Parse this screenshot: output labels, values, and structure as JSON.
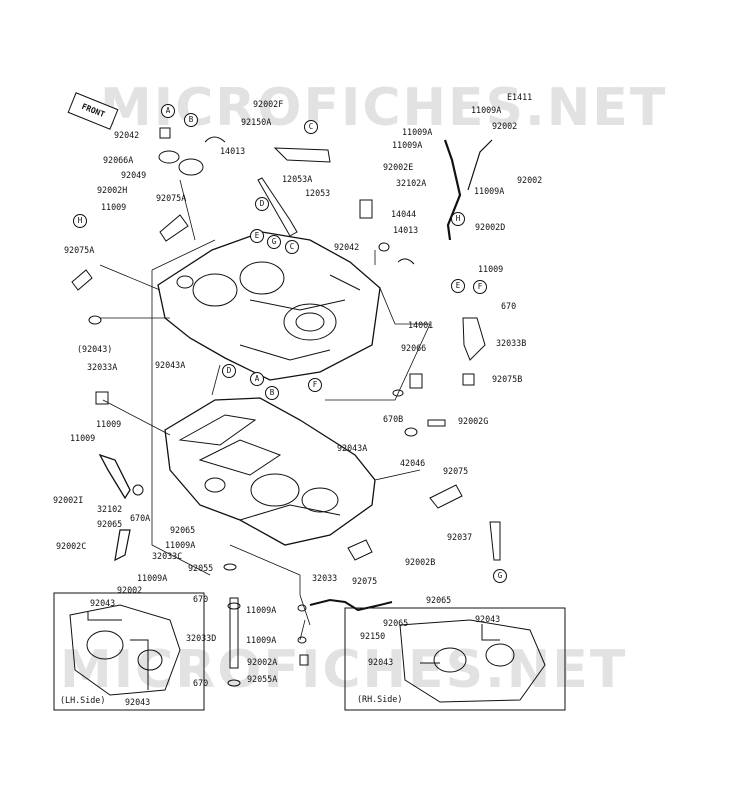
{
  "diagram": {
    "code": "E1411",
    "front_arrow": "FRONT",
    "watermark": "MICROFICHES.NET",
    "inset_left_caption": "(LH.Side)",
    "inset_right_caption": "(RH.Side)"
  },
  "parts": {
    "p92002F": "92002F",
    "p92150A": "92150A",
    "p11009A_a": "11009A",
    "p92002_a": "92002",
    "p11009A_b": "11009A",
    "p11009A_c": "11009A",
    "p92042_a": "92042",
    "p14013_a": "14013",
    "p92066A": "92066A",
    "p92049": "92049",
    "p12053A": "12053A",
    "p12053": "12053",
    "p92002E": "92002E",
    "p32102A": "32102A",
    "p92002_b": "92002",
    "p11009A_d": "11009A",
    "p92002H": "92002H",
    "p11009_a": "11009",
    "p92075A_a": "92075A",
    "p14044": "14044",
    "p92002D": "92002D",
    "p92042_b": "92042",
    "p14013_b": "14013",
    "p92075A_b": "92075A",
    "p11009_b": "11009",
    "p670_a": "670",
    "p14001": "14001",
    "p92043_paren": "(92043)",
    "p32033B": "32033B",
    "p92066": "92066",
    "p32033A": "32033A",
    "p92043A_a": "92043A",
    "p92075B": "92075B",
    "p670B": "670B",
    "p92002G": "92002G",
    "p11009_c": "11009",
    "p11009_d": "11009",
    "p92043A_b": "92043A",
    "p42046": "42046",
    "p92075": "92075",
    "p92002I": "92002I",
    "p32102": "32102",
    "p670A": "670A",
    "p92065_a": "92065",
    "p92065_b": "92065",
    "p92037": "92037",
    "p92002C": "92002C",
    "p11009A_e": "11009A",
    "p32033C": "32033C",
    "p92055_a": "92055",
    "p11009A_f": "11009A",
    "p92075_b": "92075",
    "p92002B": "92002B",
    "p92002_c": "92002",
    "p32033": "32033",
    "p92065_c": "92065",
    "p670_b": "670",
    "p11009A_g": "11009A",
    "p92065_d": "92065",
    "p32033D": "32033D",
    "p11009A_h": "11009A",
    "p92150": "92150",
    "p92002A": "92002A",
    "p670_c": "670",
    "p92055A": "92055A",
    "p92043_left": "92043",
    "p92043_left_b": "92043",
    "p92043_right_a": "92043",
    "p92043_right_b": "92043"
  },
  "refs": {
    "A": "A",
    "B": "B",
    "C": "C",
    "D": "D",
    "E": "E",
    "F": "F",
    "G": "G",
    "H": "H"
  }
}
